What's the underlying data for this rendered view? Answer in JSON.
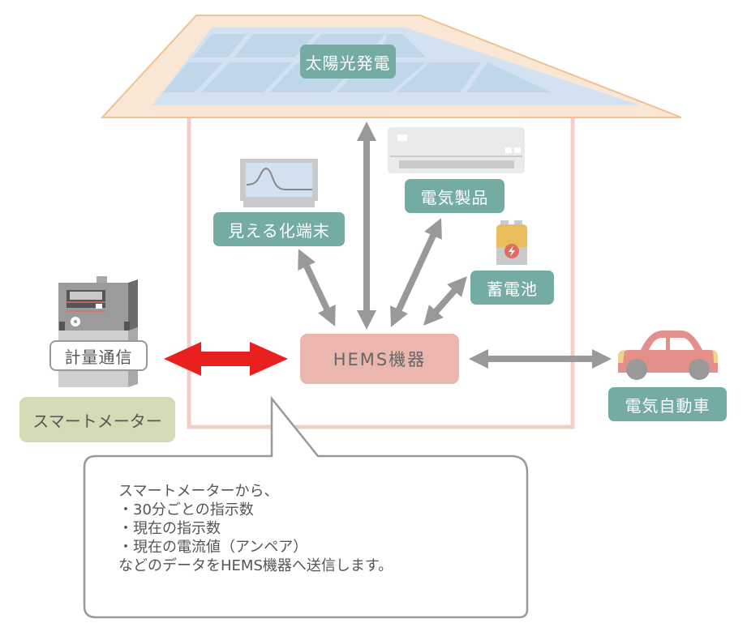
{
  "diagram": {
    "title": "HEMS and smart meter data flow",
    "nodes": {
      "solar": "太陽光発電",
      "visualization_terminal": "見える化端末",
      "appliances": "電気製品",
      "battery": "蓄電池",
      "hems": "HEMS機器",
      "electric_vehicle": "電気自動車",
      "metering_comm": "計量通信",
      "smart_meter": "スマートメーター"
    },
    "connections": [
      {
        "from": "hems",
        "to": "solar",
        "style": "bidirectional-gray"
      },
      {
        "from": "hems",
        "to": "visualization_terminal",
        "style": "bidirectional-gray"
      },
      {
        "from": "hems",
        "to": "appliances",
        "style": "bidirectional-gray"
      },
      {
        "from": "hems",
        "to": "battery",
        "style": "bidirectional-gray"
      },
      {
        "from": "hems",
        "to": "electric_vehicle",
        "style": "bidirectional-gray"
      },
      {
        "from": "hems",
        "to": "smart_meter",
        "style": "bidirectional-red"
      }
    ],
    "callout": {
      "lines": [
        "スマートメーターから、",
        "・30分ごとの指示数",
        "・現在の指示数",
        "・現在の電流値（アンペア）",
        "などのデータをHEMS機器へ送信します。"
      ]
    },
    "colors": {
      "label_teal": "#74aca3",
      "hems_pink": "#ebb6ae",
      "meter_green": "#d5dcb5",
      "arrow_gray": "#999999",
      "arrow_red": "#e8201e",
      "house_outline": "#f2cfc6",
      "roof_fill": "#fae6d5",
      "roof_edge": "#efc291",
      "solar_panel": "#c0d6e9",
      "car_body": "#e3908a"
    }
  }
}
